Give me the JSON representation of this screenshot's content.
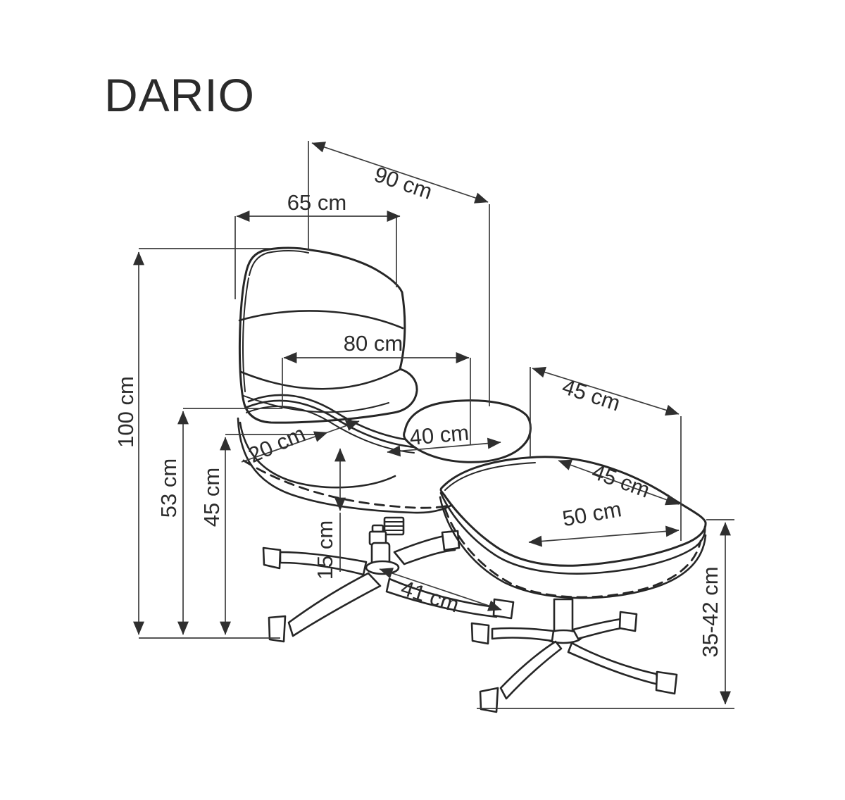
{
  "title": "DARIO",
  "colors": {
    "background": "#ffffff",
    "drawing_ink": "#262626",
    "dimension_line": "#3c3c3c",
    "text_ink": "#2b2b2b"
  },
  "labels": {
    "dim_90": "90 cm",
    "dim_65": "65 cm",
    "dim_80": "80 cm",
    "dim_40": "40 cm",
    "dim_20": "20 cm",
    "dim_100": "100 cm",
    "dim_53": "53 cm",
    "dim_45_side": "45 cm",
    "dim_15": "15 cm",
    "dim_41": "41 cm",
    "dim_45_upper": "45 cm",
    "dim_45_top": "45 cm",
    "dim_50": "50 cm",
    "dim_35_42": "35-42 cm"
  }
}
